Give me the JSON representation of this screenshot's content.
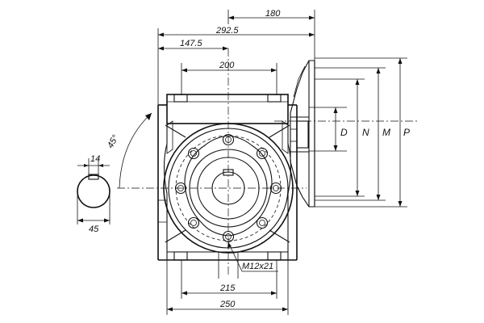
{
  "dimensions": {
    "dim_180": "180",
    "dim_292_5": "292.5",
    "dim_147_5": "147.5",
    "dim_200": "200",
    "dim_14": "14",
    "dim_45_bottom": "45",
    "angle_45": "45°",
    "label_D": "D",
    "label_N": "N",
    "label_M": "M",
    "label_P": "P",
    "thread_label": "M12x21",
    "dim_215": "215",
    "dim_250": "250"
  },
  "colors": {
    "line": "#111111",
    "background": "#ffffff"
  }
}
